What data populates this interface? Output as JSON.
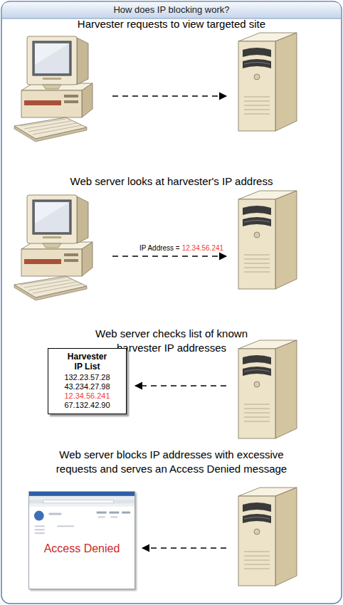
{
  "diagram": {
    "title": "How does IP blocking work?",
    "nodes": [
      {
        "text": [
          "Harvester IP List",
          "132.23.57.28",
          "43.234.27.98",
          "12.34.56.241",
          "67.132.42.90"
        ]
      },
      {
        "text": [
          "Access Denied"
        ]
      }
    ],
    "labels": [
      "Harvester requests to view targeted site",
      "Web server looks at harvester's IP address",
      "IP Address =",
      "12.34.56.241",
      "Web server checks list of known harvester IP addresses",
      "Web server blocks IP addresses with excessive requests and serves an Access Denied message"
    ]
  }
}
